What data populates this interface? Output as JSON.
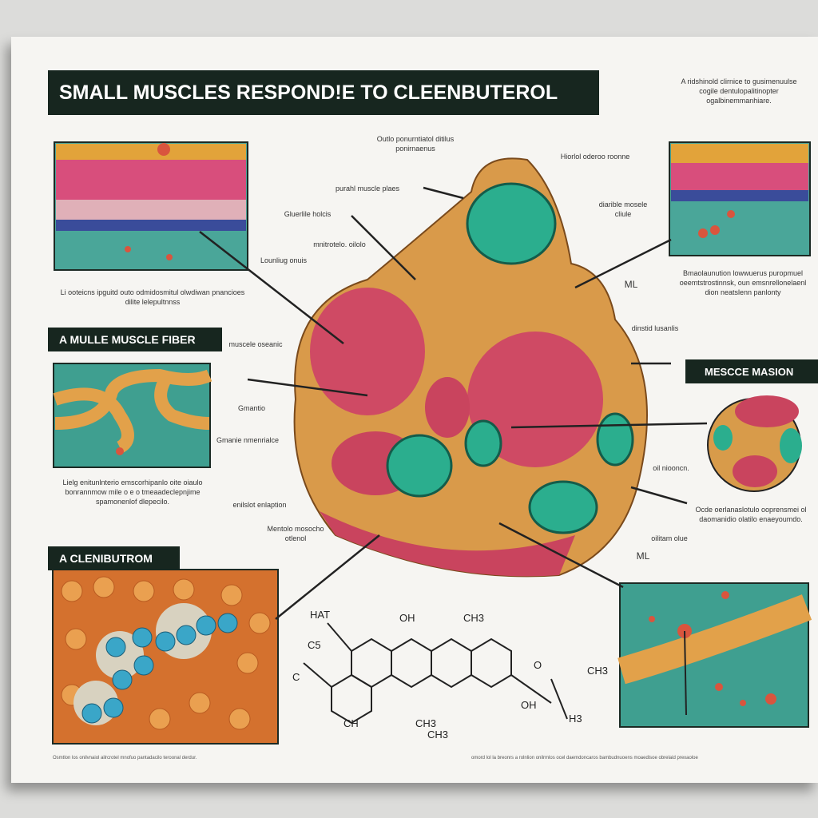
{
  "title": "SMALL MUSCLES RESPOND!E TO CLEENBUTEROL",
  "top_right_note": "A ridshinold clirnice to gusimenuulse cogile dentulopalitinopter ogalbinemmanhiare.",
  "sections": {
    "fiber": "A MULLE MUSCLE FIBER",
    "clenbuterol": "A CLENIBUTROM",
    "mission": "MESCCE MASION"
  },
  "captions": {
    "top_left": "Li ooteicns ipguitd outo odmidosmitul olwdiwan pnancioes dilite lelepultnnss",
    "fiber": "Lielg enitunlnterio emscorhipanlo oite oiaulo bonrannmow mile o e o tmeaadeclepnjime spamonenlof dlepecilo.",
    "right_mid": "Bmaolaunution lowwuerus puropmuel oeemtstrostinnsk, oun emsnrellonelaenl dion neatslenn panlonty",
    "right_low": "Ocde oerlanaslotulo ooprensmei ol daomanidio olatilo enaeyoumdo."
  },
  "labels": [
    "Outlo ponurntiatol ditilus ponirnaenus",
    "purahl muscle plaes",
    "Gluerlile holcis",
    "mnitrotelo. oilolo",
    "Lounliug onuis",
    "Hiorlol oderoo roonne",
    "diarible mosele cliule",
    "ML",
    "dinstid lusanlis",
    "muscele oseanic",
    "Gmantio",
    "Gmanie nmenrialce",
    "oil niooncn.",
    "enilslot enlaption",
    "Mentolo mosocho otlenol",
    "oilitam olue",
    "ML"
  ],
  "chem": [
    "HAT",
    "OH",
    "CH3",
    "C5",
    "C",
    "CH",
    "CH3",
    "CH3",
    "O",
    "OH",
    "CH3",
    "H3"
  ],
  "footer_left": "Osmtlon los onilvnaiol ailrcrotel mnofuo pantadacilo teroonal derdur.",
  "footer_right": "omord lol la breonrs a rolnlion onilrmlos ocel daemdoncaros bambudnuoens moaedisoe obrelaid prexaoloe"
}
